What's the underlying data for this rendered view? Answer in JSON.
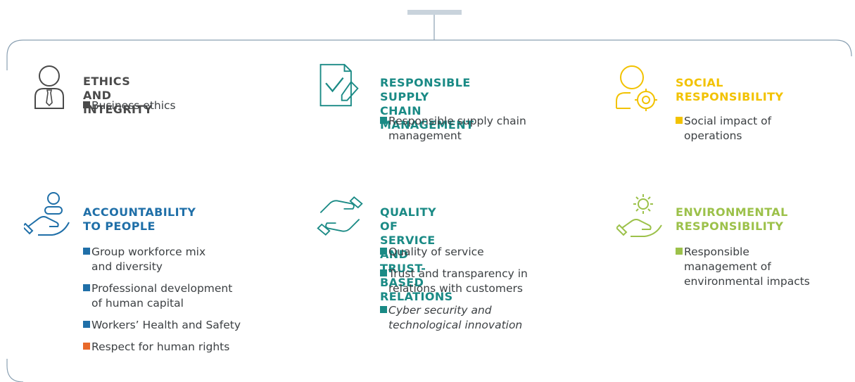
{
  "colors": {
    "dark_gray": "#4a4a4a",
    "teal": "#1a8a85",
    "yellow": "#f2c200",
    "blue": "#1f6fa8",
    "light_green": "#9cc14a",
    "orange": "#e8692a",
    "connector": "#8aa0b2",
    "top_bar": "#c9d3dc"
  },
  "blocks": [
    {
      "id": "ethics",
      "icon": "person-tie-icon",
      "color": "#4a4a4a",
      "title": "ETHICS AND INTEGRITY",
      "items": [
        {
          "text": "Business ethics",
          "color": "#4a4a4a",
          "italic": false
        }
      ]
    },
    {
      "id": "supply-chain",
      "icon": "document-check-icon",
      "color": "#1a8a85",
      "title": "RESPONSIBLE SUPPLY\nCHAIN MANAGEMENT",
      "items": [
        {
          "text": "Responsible supply chain\nmanagement",
          "color": "#1a8a85",
          "italic": false
        }
      ]
    },
    {
      "id": "social",
      "icon": "person-gear-icon",
      "color": "#f2c200",
      "title": "SOCIAL\nRESPONSIBILITY",
      "items": [
        {
          "text": "Social impact of\noperations",
          "color": "#f2c200",
          "italic": false
        }
      ]
    },
    {
      "id": "people",
      "icon": "hand-person-icon",
      "color": "#1f6fa8",
      "title": "ACCOUNTABILITY\nTO PEOPLE",
      "items": [
        {
          "text": "Group workforce mix\nand diversity",
          "color": "#1f6fa8",
          "italic": false
        },
        {
          "text": "Professional development\nof human capital",
          "color": "#1f6fa8",
          "italic": false
        },
        {
          "text": "Workers’ Health and Safety",
          "color": "#1f6fa8",
          "italic": false
        },
        {
          "text": "Respect for human rights",
          "color": "#e8692a",
          "italic": false
        }
      ]
    },
    {
      "id": "quality",
      "icon": "handshake-hands-icon",
      "color": "#1a8a85",
      "title": "QUALITY OF SERVICE AND\nTRUST-BASED RELATIONS",
      "items": [
        {
          "text": "Quality of service",
          "color": "#1a8a85",
          "italic": false
        },
        {
          "text": "Trust and transparency in\nrelations with customers",
          "color": "#1a8a85",
          "italic": false
        },
        {
          "text": "Cyber security and\ntechnological innovation",
          "color": "#1a8a85",
          "italic": true
        }
      ]
    },
    {
      "id": "environment",
      "icon": "hand-sun-icon",
      "color": "#9cc14a",
      "title": "ENVIRONMENTAL\nRESPONSIBILITY",
      "items": [
        {
          "text": "Responsible\nmanagement of\nenvironmental impacts",
          "color": "#9cc14a",
          "italic": false
        }
      ]
    }
  ]
}
